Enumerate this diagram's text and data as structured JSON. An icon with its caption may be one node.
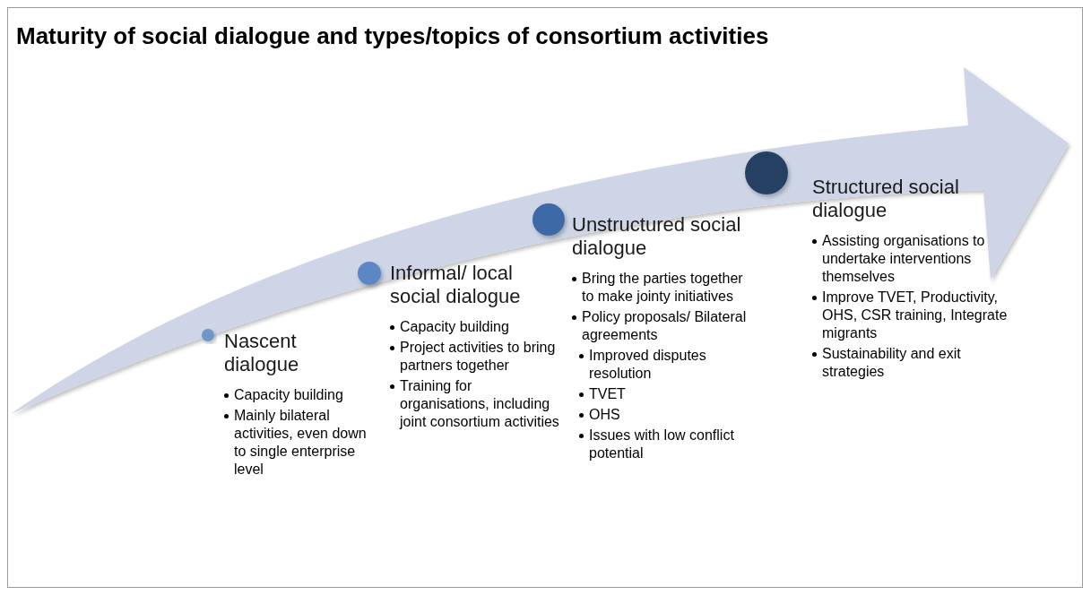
{
  "diagram": {
    "title": "Maturity of social dialogue and types/topics of consortium activities",
    "nodes": [
      {
        "text": [
          "Nascent dialogue",
          "Capacity building",
          "Mainly bilateral activities, even down to single enterprise level"
        ]
      },
      {
        "text": [
          "Informal/ local social dialogue",
          "Capacity building",
          "Project activities to bring partners together",
          "Training for organisations, including joint consortium activities"
        ]
      },
      {
        "text": [
          "Unstructured social dialogue",
          "Bring the parties together to make jointy initiatives",
          "Policy proposals/ Bilateral agreements",
          "Improved disputes resolution",
          "TVET",
          "OHS",
          "Issues with low conflict potential"
        ]
      },
      {
        "text": [
          "Structured social dialogue",
          "Assisting organisations to undertake interventions themselves",
          "Improve TVET, Productivity, OHS, CSR training, Integrate migrants",
          "Sustainability and exit strategies"
        ]
      }
    ]
  }
}
